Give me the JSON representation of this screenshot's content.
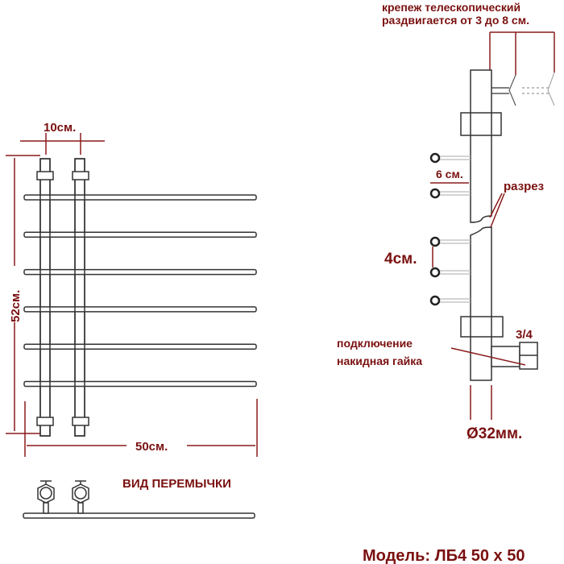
{
  "colors": {
    "label": "#7a1010",
    "line": "#333333",
    "dimension": "#8a1a1a"
  },
  "front_view": {
    "width_label": "50см.",
    "height_label": "52см.",
    "spacing_label": "10см.",
    "bar_count": 6
  },
  "jumper_view": {
    "title": "ВИД ПЕРЕМЫЧКИ"
  },
  "side_view": {
    "bracket_line1": "крепеж телескопический",
    "bracket_line2": "раздвигается от 3 до 8 см.",
    "depth_label": "6 см.",
    "pitch_label": "4см.",
    "section_label": "разрез",
    "connection_line1": "подключение",
    "connection_line2": "накидная гайка",
    "thread_label": "3/4",
    "diameter_label": "Ø32мм."
  },
  "model_label": "Модель: ЛБ4 50 х 50"
}
